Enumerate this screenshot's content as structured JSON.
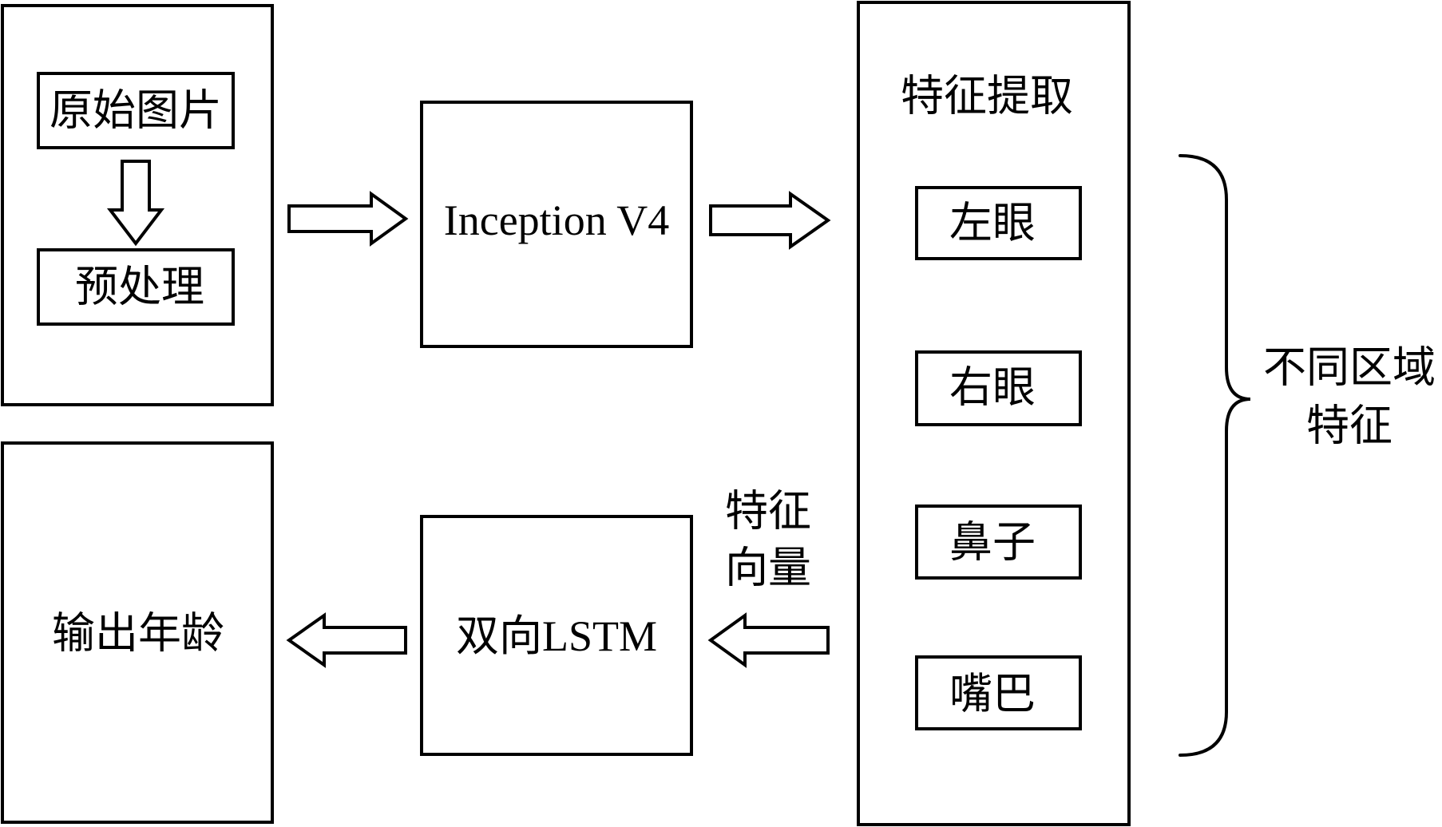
{
  "input_panel": {
    "raw_image_label": "原始图片",
    "preprocess_label": "预处理"
  },
  "backbone": {
    "label": "Inception V4"
  },
  "feature_extraction": {
    "title": "特征提取",
    "regions": [
      "左眼",
      "右眼",
      "鼻子",
      "嘴巴"
    ]
  },
  "region_brace": {
    "label_line1": "不同区域",
    "label_line2": "特征"
  },
  "feature_vector": {
    "label_line1": "特征",
    "label_line2": "向量"
  },
  "sequence_model": {
    "label": "双向LSTM"
  },
  "output_panel": {
    "label": "输出年龄"
  }
}
